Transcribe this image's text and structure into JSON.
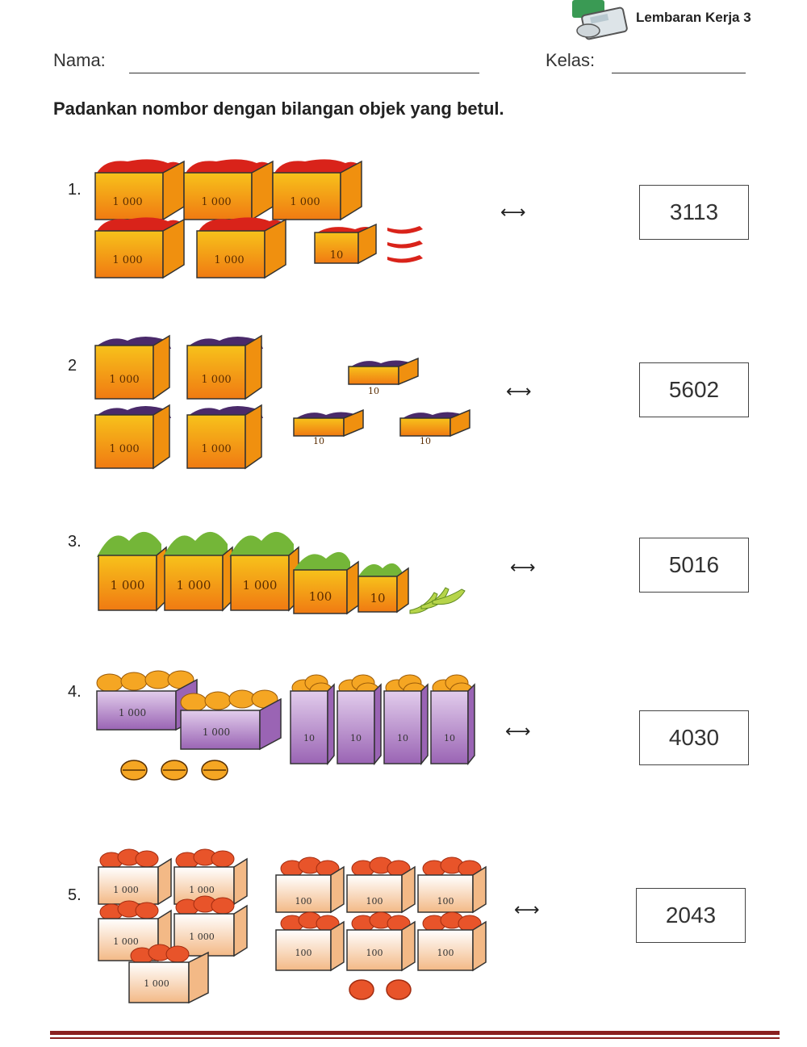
{
  "header": {
    "title": "Lembaran Kerja 3"
  },
  "form": {
    "name_label": "Nama:",
    "class_label": "Kelas:"
  },
  "instruction": "Padankan nombor dengan bilangan objek yang betul.",
  "questions": [
    {
      "number": "1.",
      "object": "chili",
      "box_labels": [
        "1 000",
        "1 000",
        "1 000",
        "1 000",
        "1 000",
        "10"
      ],
      "loose_count": 3,
      "answer": "3113"
    },
    {
      "number": "2",
      "object": "eggplant",
      "box_labels": [
        "1 000",
        "1 000",
        "1 000",
        "1 000",
        "10",
        "10",
        "10"
      ],
      "loose_count": 0,
      "answer": "5602"
    },
    {
      "number": "3.",
      "object": "green-chili",
      "box_labels": [
        "1 000",
        "1 000",
        "1 000",
        "100",
        "10"
      ],
      "loose_count": 3,
      "answer": "5016"
    },
    {
      "number": "4.",
      "object": "orange",
      "box_labels": [
        "1 000",
        "1 000",
        "10",
        "10",
        "10",
        "10"
      ],
      "loose_count": 3,
      "answer": "4030"
    },
    {
      "number": "5.",
      "object": "apple",
      "box_labels": [
        "1 000",
        "1 000",
        "1 000",
        "1 000",
        "1 000",
        "100",
        "100",
        "100",
        "100",
        "100",
        "100"
      ],
      "loose_count": 2,
      "answer": "2043"
    }
  ],
  "arrow_symbol": "⟷",
  "colors": {
    "orange_box": "#f7a21b",
    "purple_box": "#b07cc6",
    "peach_box": "#f6c79d",
    "rule": "#8a1f1f"
  }
}
